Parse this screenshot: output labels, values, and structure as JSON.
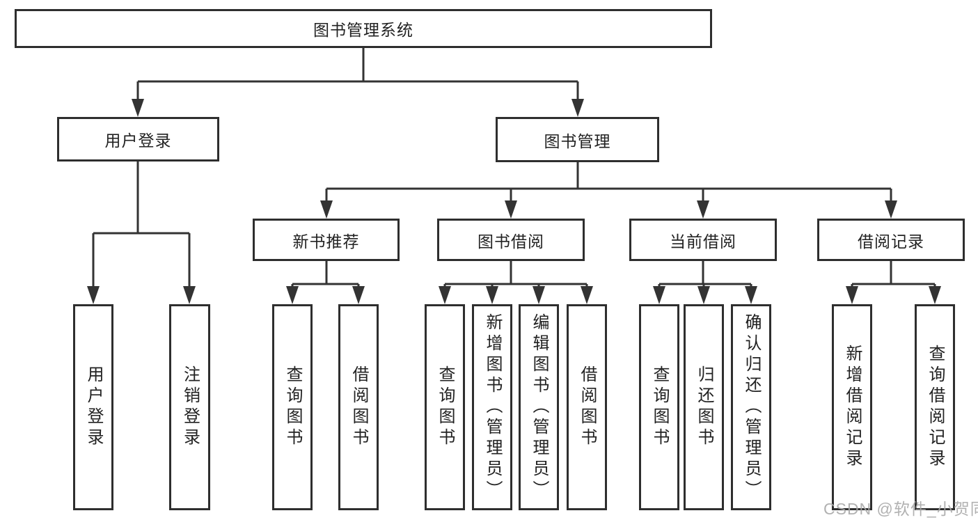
{
  "diagram": {
    "root": {
      "label": "图书管理系统"
    },
    "level2": {
      "user_login": {
        "label": "用户登录"
      },
      "book_management": {
        "label": "图书管理"
      }
    },
    "level3": {
      "new_book_recommend": {
        "label": "新书推荐"
      },
      "book_borrow": {
        "label": "图书借阅"
      },
      "current_borrow": {
        "label": "当前借阅"
      },
      "borrow_records": {
        "label": "借阅记录"
      }
    },
    "leaves": {
      "user_login": {
        "label": "用户登录"
      },
      "logout": {
        "label": "注销登录"
      },
      "nb_query_books": {
        "label": "查询图书"
      },
      "nb_borrow_books": {
        "label": "借阅图书"
      },
      "bb_query_books": {
        "label": "查询图书"
      },
      "bb_add_books_admin": {
        "label": "新增图书（管理员）"
      },
      "bb_edit_books_admin": {
        "label": "编辑图书（管理员）"
      },
      "bb_borrow_books": {
        "label": "借阅图书"
      },
      "cb_query_books": {
        "label": "查询图书"
      },
      "cb_return_books": {
        "label": "归还图书"
      },
      "cb_confirm_return_admin": {
        "label": "确认归还（管理员）"
      },
      "br_add_record": {
        "label": "新增借阅记录"
      },
      "br_query_record": {
        "label": "查询借阅记录"
      }
    }
  },
  "watermark": {
    "text": "CSDN @软件_小贺同学"
  },
  "colors": {
    "line": "#333333",
    "box_border": "#2e2e2e",
    "box_text": "#222222",
    "watermark": "#a8a8a8",
    "background": "#ffffff"
  }
}
